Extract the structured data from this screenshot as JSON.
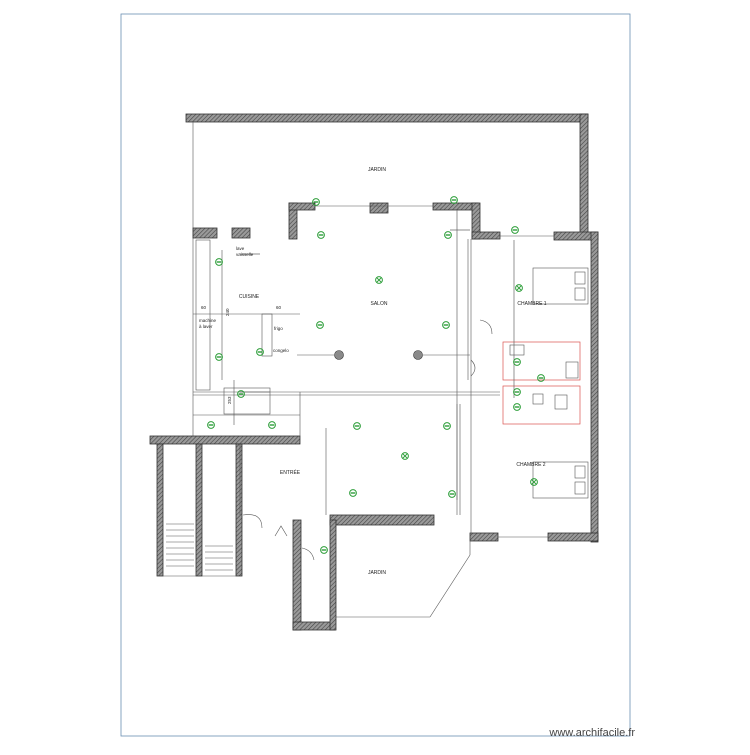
{
  "rooms": {
    "jardin_top": "JARDIN",
    "salon": "SALON",
    "cuisine": "CUISINE",
    "chambre1": "CHAMBRE 1",
    "chambre2": "CHAMBRE 2",
    "entree": "ENTRÉE",
    "jardin_bottom": "JARDIN"
  },
  "kitchen_labels": {
    "lave_vaisselle_1": "lave",
    "lave_vaisselle_2": "vaisselle",
    "machine_1": "machine",
    "machine_2": "à laver",
    "frigo": "frigo",
    "congelo": "congelo"
  },
  "dimensions": {
    "d60_left": "60",
    "d60_right": "60",
    "d240": "240",
    "d253": "253"
  },
  "fixture_icons": [
    "light-point-icon",
    "ceiling-light-icon",
    "socket-icon"
  ],
  "colors": {
    "wall_hatch": "#555555",
    "fixture_green": "#2e9e3a",
    "bathroom_red": "#d9534f",
    "frame": "#6a8fb3"
  },
  "watermark": "www.archifacile.fr"
}
